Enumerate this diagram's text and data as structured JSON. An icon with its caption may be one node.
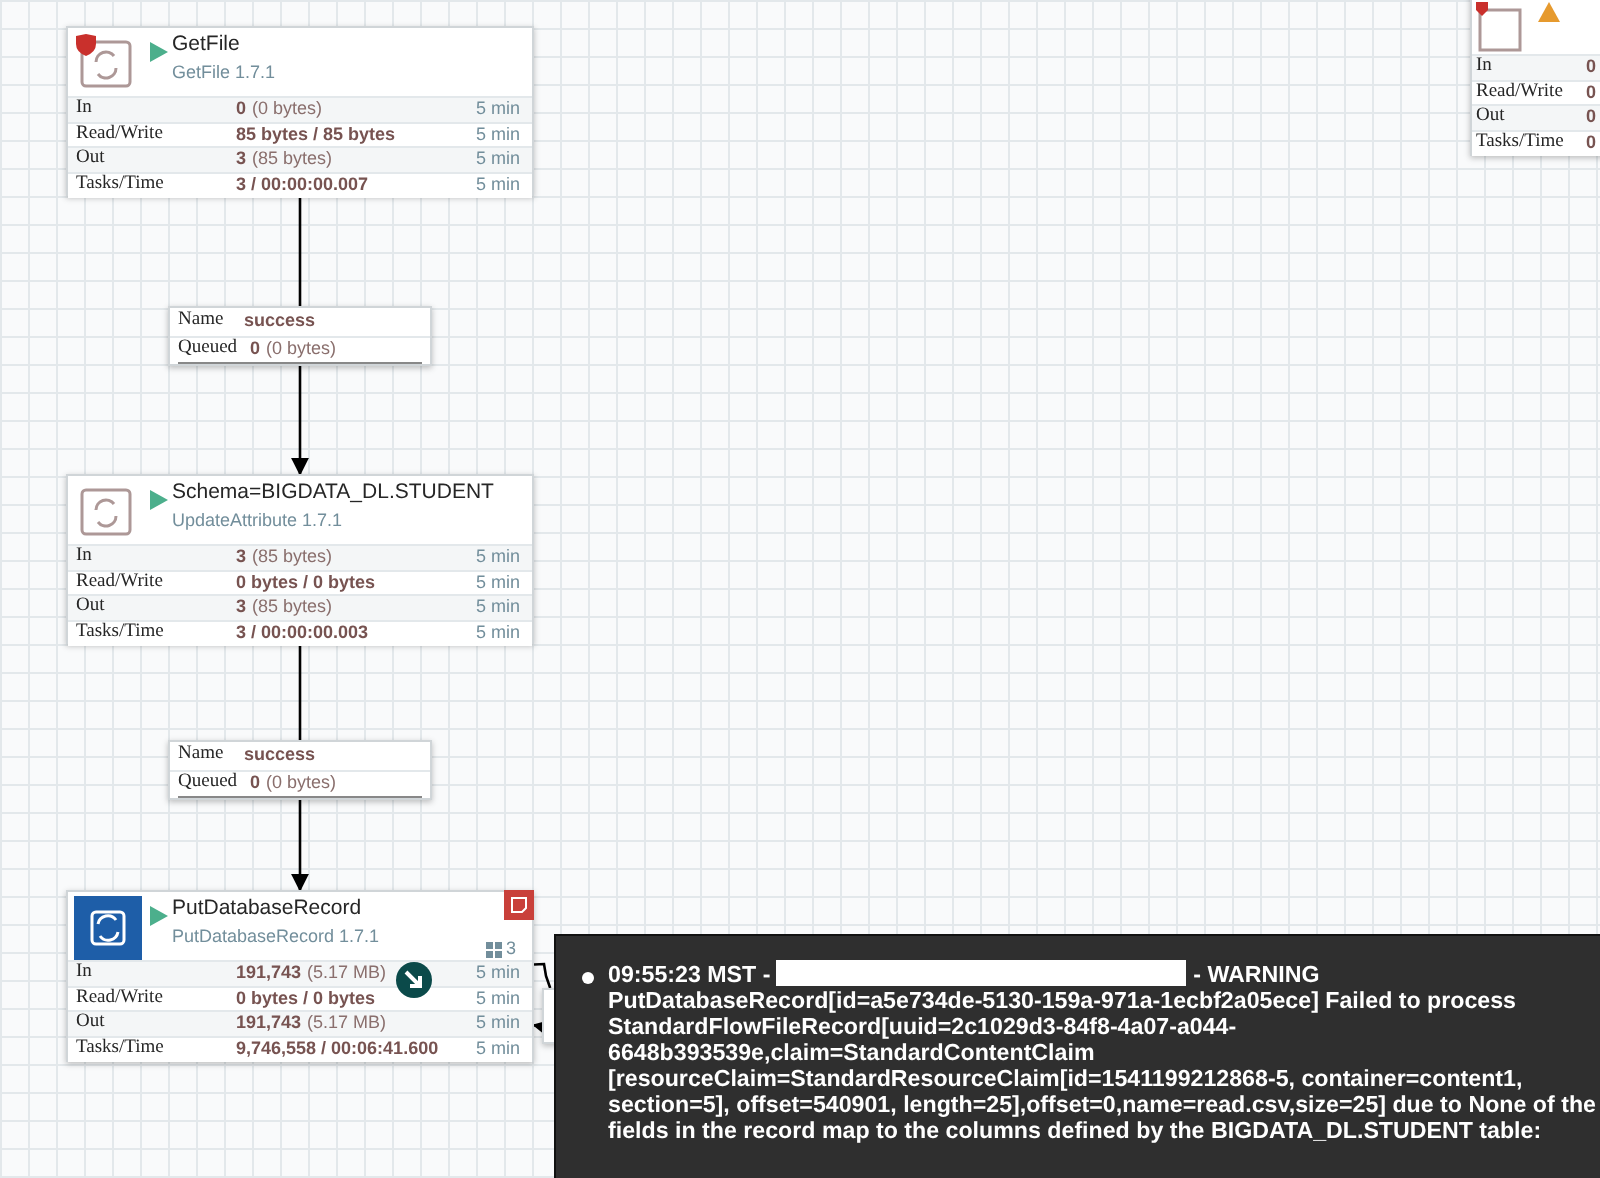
{
  "diagram": {
    "nodes": [
      {
        "text": [
          "GetFile",
          "GetFile 1.7.1",
          "In",
          "0",
          "(0 bytes)",
          "5 min",
          "Read/Write",
          "85 bytes / 85 bytes",
          "5 min",
          "Out",
          "3",
          "(85 bytes)",
          "5 min",
          "Tasks/Time",
          "3 / 00:00:00.007",
          "5 min"
        ]
      },
      {
        "text": [
          "Schema=BIGDATA_DL.STUDENT",
          "UpdateAttribute 1.7.1",
          "In",
          "3",
          "(85 bytes)",
          "5 min",
          "Read/Write",
          "0 bytes / 0 bytes",
          "5 min",
          "Out",
          "3",
          "(85 bytes)",
          "5 min",
          "Tasks/Time",
          "3 / 00:00:00.003",
          "5 min"
        ]
      },
      {
        "text": [
          "PutDatabaseRecord",
          "PutDatabaseRecord 1.7.1",
          "3",
          "In",
          "191,743",
          "(5.17 MB)",
          "5 min",
          "Read/Write",
          "0 bytes / 0 bytes",
          "5 min",
          "Out",
          "191,743",
          "(5.17 MB)",
          "5 min",
          "Tasks/Time",
          "9,746,558 / 00:06:41.600",
          "5 min"
        ]
      },
      {
        "text": [
          "Name",
          "success",
          "Queued",
          "0",
          "(0 bytes)"
        ]
      },
      {
        "text": [
          "Name",
          "success",
          "Queued",
          "0",
          "(0 bytes)"
        ]
      },
      {
        "text": [
          "In",
          "0",
          "Read/Write",
          "0",
          "Out",
          "0",
          "Tasks/Time",
          "0"
        ]
      },
      {
        "text": [],
        "shape": "box"
      },
      {
        "text": [
          "09:55:23 MST -",
          "-  WARNING PutDatabaseRecord[id=a5e734de-5130-159a-971a-1ecbf2a05ece] Failed to process StandardFlowFileRecord[uuid=2c1029d3-84f8-4a07-a044-6648b393539e,claim=StandardContentClaim [resourceClaim=StandardResourceClaim[id=1541199212868-5, container=content1, section=5], offset=540901, length=25],offset=0,name=read.csv,size=25] due to None of the fields in the record map to the columns defined by the BIGDATA_DL.STUDENT table:"
        ]
      }
    ],
    "edges": [
      {
        "from": 0,
        "to": 3,
        "arrow": "none"
      },
      {
        "from": 3,
        "to": 1,
        "arrow": "to"
      },
      {
        "from": 1,
        "to": 4,
        "arrow": "none"
      },
      {
        "from": 4,
        "to": 2,
        "arrow": "to"
      },
      {
        "from": 2,
        "to": 6,
        "arrow": "none"
      },
      {
        "from": 6,
        "to": 2,
        "arrow": "to"
      }
    ]
  }
}
